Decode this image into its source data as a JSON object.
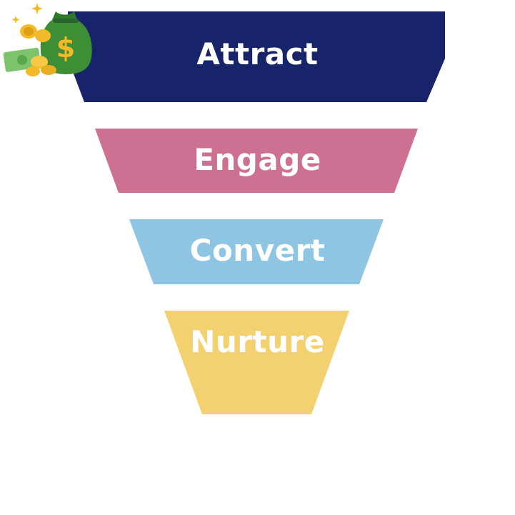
{
  "funnel": {
    "stages": [
      {
        "label": "Attract",
        "color": "#17246A"
      },
      {
        "label": "Engage",
        "color": "#CE7091"
      },
      {
        "label": "Convert",
        "color": "#8DC5E2"
      },
      {
        "label": "Nurture",
        "color": "#F3D170"
      }
    ]
  },
  "bottom_icon": {
    "name": "money-bag-icon",
    "bag_color": "#3E8E35",
    "coin_color": "#F2B928",
    "bill_color": "#7CC36B"
  }
}
